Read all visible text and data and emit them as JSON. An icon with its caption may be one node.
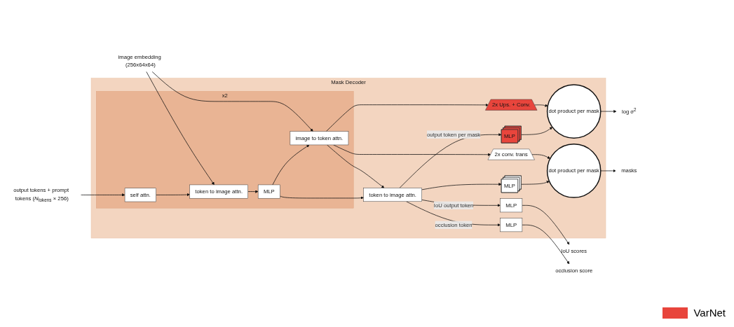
{
  "diagram": {
    "nodes": [
      {
        "text": [
          "Mask Decoder"
        ]
      },
      {
        "text": [
          "x2"
        ],
        "in": 0
      },
      {
        "text": [
          "image to token attn."
        ],
        "in": 1
      },
      {
        "text": [
          "MLP"
        ],
        "in": 1
      },
      {
        "text": [
          "token to image attn."
        ],
        "in": 1
      },
      {
        "text": [
          "self attn."
        ],
        "in": 1
      },
      {
        "text": [
          "image embedding (256x64x64)"
        ]
      },
      {
        "text": [
          "output tokens + prompt tokens (*N*$_{tokens}$ × 256)"
        ]
      },
      {
        "text": [
          "2x Ups. + Conv."
        ],
        "in": 0
      },
      {
        "text": [
          "2x conv. trans"
        ],
        "in": 0
      },
      {
        "text": [
          "token to image attn."
        ],
        "in": 0
      },
      {
        "text": [
          "dot product per mask"
        ],
        "in": 0
      },
      {
        "text": [
          "dot product per mask"
        ],
        "in": 0
      },
      {
        "text": [
          "MLP"
        ],
        "in": 0
      },
      {
        "text": [
          "MLP"
        ],
        "in": 0
      },
      {
        "text": [
          "MLP"
        ],
        "in": 0
      },
      {
        "text": [
          "MLP"
        ],
        "in": 0
      },
      {
        "text": [
          "log σ$^{2}$"
        ]
      },
      {
        "text": [
          "masks"
        ]
      },
      {
        "text": [
          "IoU scores"
        ]
      },
      {
        "text": [
          "occlusion score"
        ]
      }
    ],
    "edges": [
      {
        "from": 6,
        "to": 2,
        "arrow": "to"
      },
      {
        "from": 6,
        "to": 4,
        "arrow": "to"
      },
      {
        "from": 7,
        "to": 5,
        "arrow": "to"
      },
      {
        "from": 5,
        "to": 4,
        "arrow": "to"
      },
      {
        "from": 4,
        "to": 3,
        "arrow": "to"
      },
      {
        "from": 3,
        "to": 2,
        "arrow": "to"
      },
      {
        "from": 2,
        "to": 8,
        "arrow": "to"
      },
      {
        "from": 2,
        "to": 9,
        "arrow": "to"
      },
      {
        "from": 2,
        "to": 10,
        "arrow": "to"
      },
      {
        "from": 3,
        "to": 10,
        "arrow": "to"
      },
      {
        "from": 8,
        "to": 11,
        "arrow": "to"
      },
      {
        "from": 11,
        "to": 17,
        "arrow": "to"
      },
      {
        "from": 9,
        "to": 12,
        "arrow": "to"
      },
      {
        "from": 12,
        "to": 18,
        "arrow": "to"
      },
      {
        "from": 13,
        "to": 11,
        "arrow": "to"
      },
      {
        "from": 14,
        "to": 12,
        "arrow": "to"
      },
      {
        "from": 10,
        "to": 13,
        "arrow": "to",
        "label": "output token per mask"
      },
      {
        "from": 10,
        "to": 14,
        "arrow": "to"
      },
      {
        "from": 10,
        "to": 15,
        "arrow": "to",
        "label": "IoU output token"
      },
      {
        "from": 10,
        "to": 16,
        "arrow": "to",
        "label": "occlusion token"
      },
      {
        "from": 15,
        "to": 19,
        "arrow": "to"
      },
      {
        "from": 16,
        "to": 20,
        "arrow": "to"
      }
    ],
    "legend": [
      {
        "text": "VarNet",
        "color": "#e8453c"
      }
    ]
  }
}
